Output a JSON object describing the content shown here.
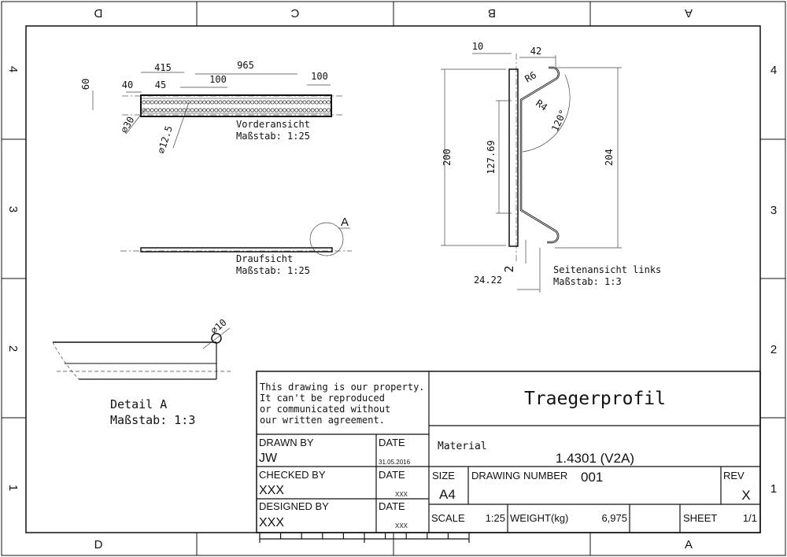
{
  "frame": {
    "top_zones": [
      "D",
      "C",
      "B",
      "A"
    ],
    "bottom_zones": [
      "D",
      "A"
    ],
    "left_rows": [
      "4",
      "3",
      "2",
      "1"
    ],
    "right_rows": [
      "4",
      "3",
      "2",
      "1"
    ]
  },
  "front_view": {
    "dims": {
      "d415": "415",
      "d965": "965",
      "d60": "60",
      "d40": "40",
      "d45": "45",
      "d100a": "100",
      "d100b": "100",
      "dia30": "⌀30",
      "dia12_5": "⌀12.5"
    },
    "label": "Vorderansicht",
    "scale": "Maßstab:  1:25"
  },
  "top_view": {
    "label": "Draufsicht",
    "scale": "Maßstab:  1:25",
    "detail_marker": "A"
  },
  "side_view": {
    "dims": {
      "d10": "10",
      "d42": "42",
      "r6": "R6",
      "r4": "R4",
      "a120": "120°",
      "d200": "200",
      "d127": "127.69",
      "d204": "204",
      "d2": "2",
      "d24": "24.22"
    },
    "label": "Seitenansicht links",
    "scale": "Maßstab:  1:3"
  },
  "detail_view": {
    "dia10": "⌀10",
    "label": "Detail A",
    "scale": "Maßstab:  1:3"
  },
  "title_block": {
    "disclaimer": [
      "This drawing is our property.",
      "It can't be reproduced",
      "or communicated without",
      "our written agreement."
    ],
    "title": "Traegerprofil",
    "drawn_by_label": "DRAWN BY",
    "drawn_by": "JW",
    "date_label": "DATE",
    "drawn_date": "31.05.2016",
    "checked_by_label": "CHECKED BY",
    "checked_by": "XXX",
    "checked_date": "XXX",
    "designed_by_label": "DESIGNED BY",
    "designed_by": "XXX",
    "designed_date": "XXX",
    "material_label": "Material",
    "material": "1.4301  (V2A)",
    "size_label": "SIZE",
    "size": "A4",
    "drawing_number_label": "DRAWING NUMBER",
    "drawing_number": "001",
    "rev_label": "REV",
    "rev": "X",
    "scale_label": "SCALE",
    "scale": "1:25",
    "weight_label": "WEIGHT(kg)",
    "weight": "6,975",
    "sheet_label": "SHEET",
    "sheet": "1/1"
  }
}
